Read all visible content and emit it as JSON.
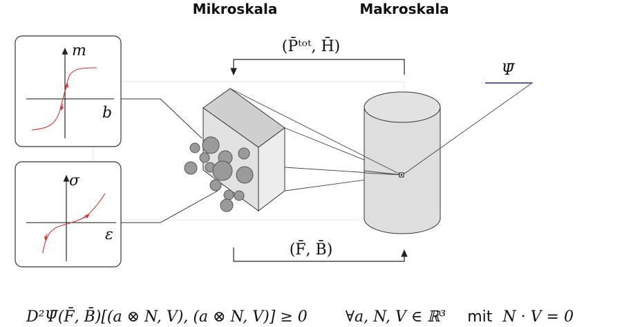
{
  "headings": {
    "micro": "Mikroskala",
    "macro": "Makroskala"
  },
  "arrows": {
    "top_label": "(P̄ᵗᵒᵗ, H̄)",
    "bottom_label": "(F̄, B̄)"
  },
  "psi_label": "Ψ̄",
  "curves": {
    "magnetic": {
      "y_axis": "m",
      "x_axis": "b"
    },
    "mechanical": {
      "y_axis": "σ",
      "x_axis": "ε"
    }
  },
  "formula": {
    "expression": "D²Ψ̄(F̄, B̄)[(a ⊗ N, V), (a ⊗ N, V)] ≥ 0",
    "quantifier": "∀a, N, V ∈ ℝ³",
    "condition_word": "mit",
    "condition": "N · V = 0"
  },
  "colors": {
    "curve": "#e03030",
    "psi_line": "#1a2a8a",
    "box_stroke": "#333333",
    "particle_fill": "#9a9a9a",
    "cube_front": "#e2e2e2",
    "cube_top": "#cfcfcf",
    "cube_side": "#ededed",
    "cylinder_fill": "#dedede"
  }
}
